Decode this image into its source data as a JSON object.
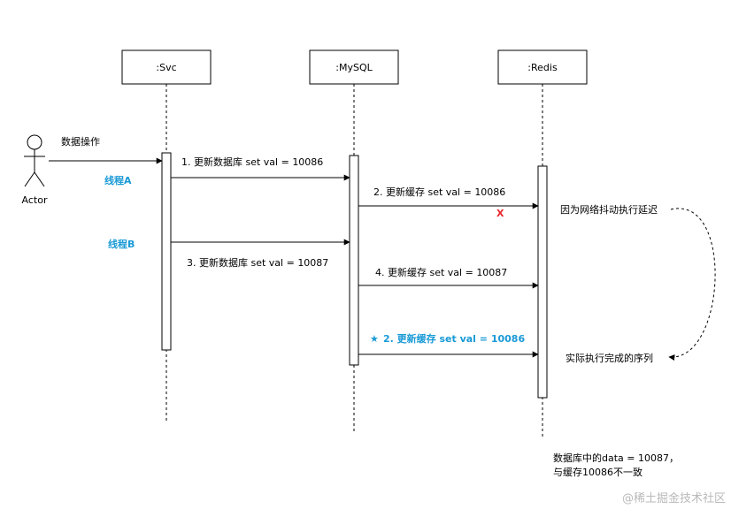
{
  "participants": [
    ":Svc",
    ":MySQL",
    ":Redis"
  ],
  "actor": {
    "label": "Actor",
    "action": "数据操作"
  },
  "threads": {
    "a": "线程A",
    "b": "线程B"
  },
  "messages": {
    "m1": "1. 更新数据库 set val = 10086",
    "m2": "2. 更新缓存  set val = 10086",
    "m3": "3. 更新数据库 set val = 10087",
    "m4": "4. 更新缓存 set val = 10087",
    "m2_delayed": "2. 更新缓存  set val = 10086"
  },
  "marks": {
    "fail": "X",
    "star": "★"
  },
  "notes": {
    "delay": "因为网络抖动执行延迟",
    "actual": "实际执行完成的序列",
    "result_line1": "数据库中的data = 10087，",
    "result_line2": "与缓存10086不一致"
  },
  "watermark": "@稀土掘金技术社区",
  "colors": {
    "highlight": "#1a9ad6",
    "error": "#e8262d",
    "line": "#000000"
  }
}
